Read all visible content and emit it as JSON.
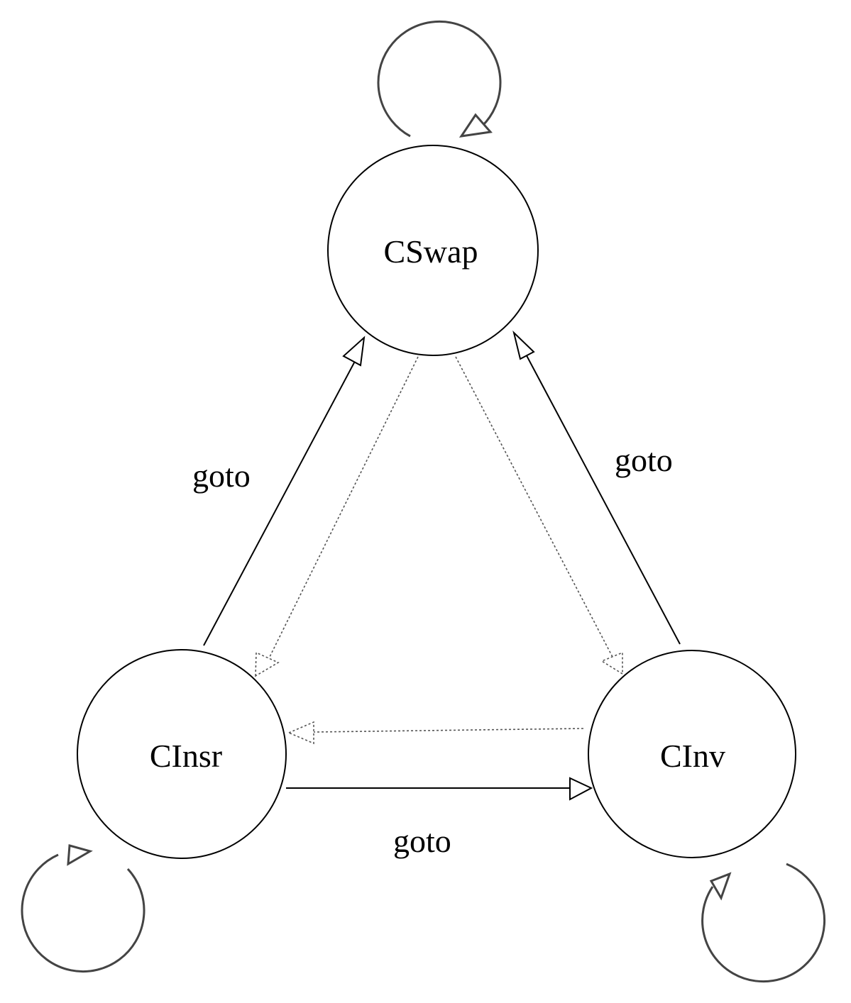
{
  "nodes": {
    "cswap": "CSwap",
    "cinsr": "CInsr",
    "cinv": "CInv"
  },
  "edges": {
    "cinsr_to_cswap": {
      "label": "goto",
      "style": "solid"
    },
    "cinv_to_cswap": {
      "label": "goto",
      "style": "solid"
    },
    "cinsr_to_cinv": {
      "label": "goto",
      "style": "solid"
    },
    "cswap_to_cinsr": {
      "style": "dotted"
    },
    "cswap_to_cinv": {
      "style": "dotted"
    },
    "cinv_to_cinsr": {
      "style": "dotted"
    }
  },
  "colors": {
    "stroke": "#000000",
    "dotted_stroke": "#555555",
    "loop_stroke": "#444444",
    "background": "#ffffff"
  }
}
